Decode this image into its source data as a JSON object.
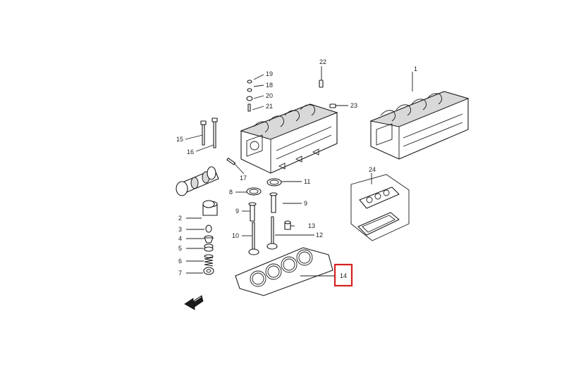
{
  "diagram": {
    "callouts": {
      "c1": "1",
      "c2": "2",
      "c3": "3",
      "c4": "4",
      "c5": "5",
      "c6": "6",
      "c7": "7",
      "c8": "8",
      "c9a": "9",
      "c9b": "9",
      "c10": "10",
      "c11": "11",
      "c12": "12",
      "c13": "13",
      "c14": "14",
      "c15": "15",
      "c16": "16",
      "c17": "17",
      "c18": "18",
      "c19": "19",
      "c20": "20",
      "c21": "21",
      "c22": "22",
      "c23": "23",
      "c24": "24"
    },
    "highlight_color": "#d62020",
    "highlighted_callout": "14",
    "front_arrow_icon": "front-direction-arrow-icon"
  }
}
